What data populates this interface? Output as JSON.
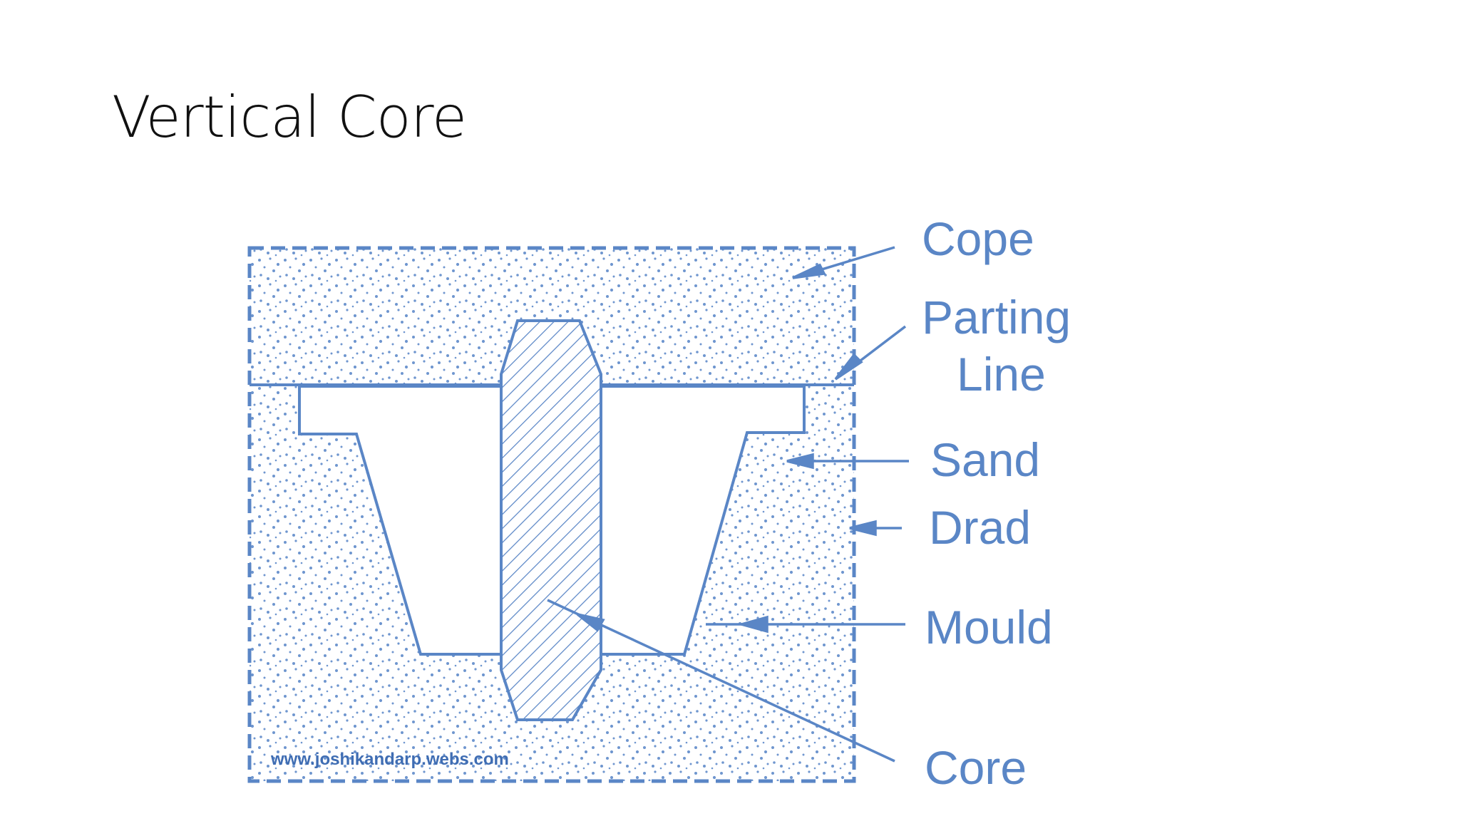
{
  "slide": {
    "title": "Vertical Core"
  },
  "diagram": {
    "labels": {
      "cope": "Cope",
      "parting_line_1": "Parting",
      "parting_line_2": "Line",
      "sand": "Sand",
      "drad": "Drad",
      "mould": "Mould",
      "core": "Core"
    },
    "credit": "www.joshikandarp.webs.com",
    "colors": {
      "line": "#5a86c6",
      "sand_dot": "#6f96cf",
      "text": "#5a86c6",
      "background": "#ffffff"
    }
  }
}
